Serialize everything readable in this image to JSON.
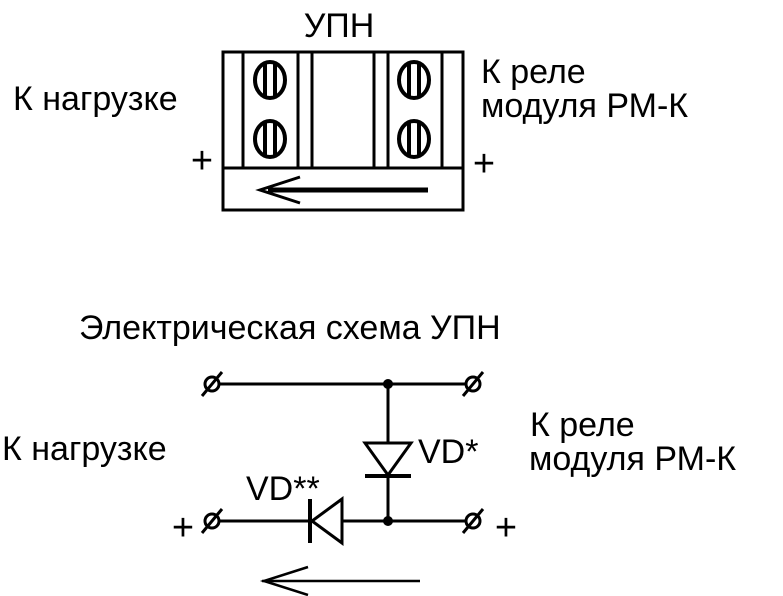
{
  "block": {
    "title": "УПН",
    "left_label": "К нагрузке",
    "right_label_line1": "К реле",
    "right_label_line2": "модуля РМ-К",
    "left_plus": "+",
    "right_plus": "+"
  },
  "schematic": {
    "title": "Электрическая схема УПН",
    "left_label": "К нагрузке",
    "right_label_line1": "К реле",
    "right_label_line2": "модуля РМ-К",
    "diode1_label": "VD*",
    "diode2_label": "VD**",
    "left_plus": "+",
    "right_plus": "+"
  },
  "colors": {
    "ink": "#000000",
    "background": "#ffffff"
  }
}
